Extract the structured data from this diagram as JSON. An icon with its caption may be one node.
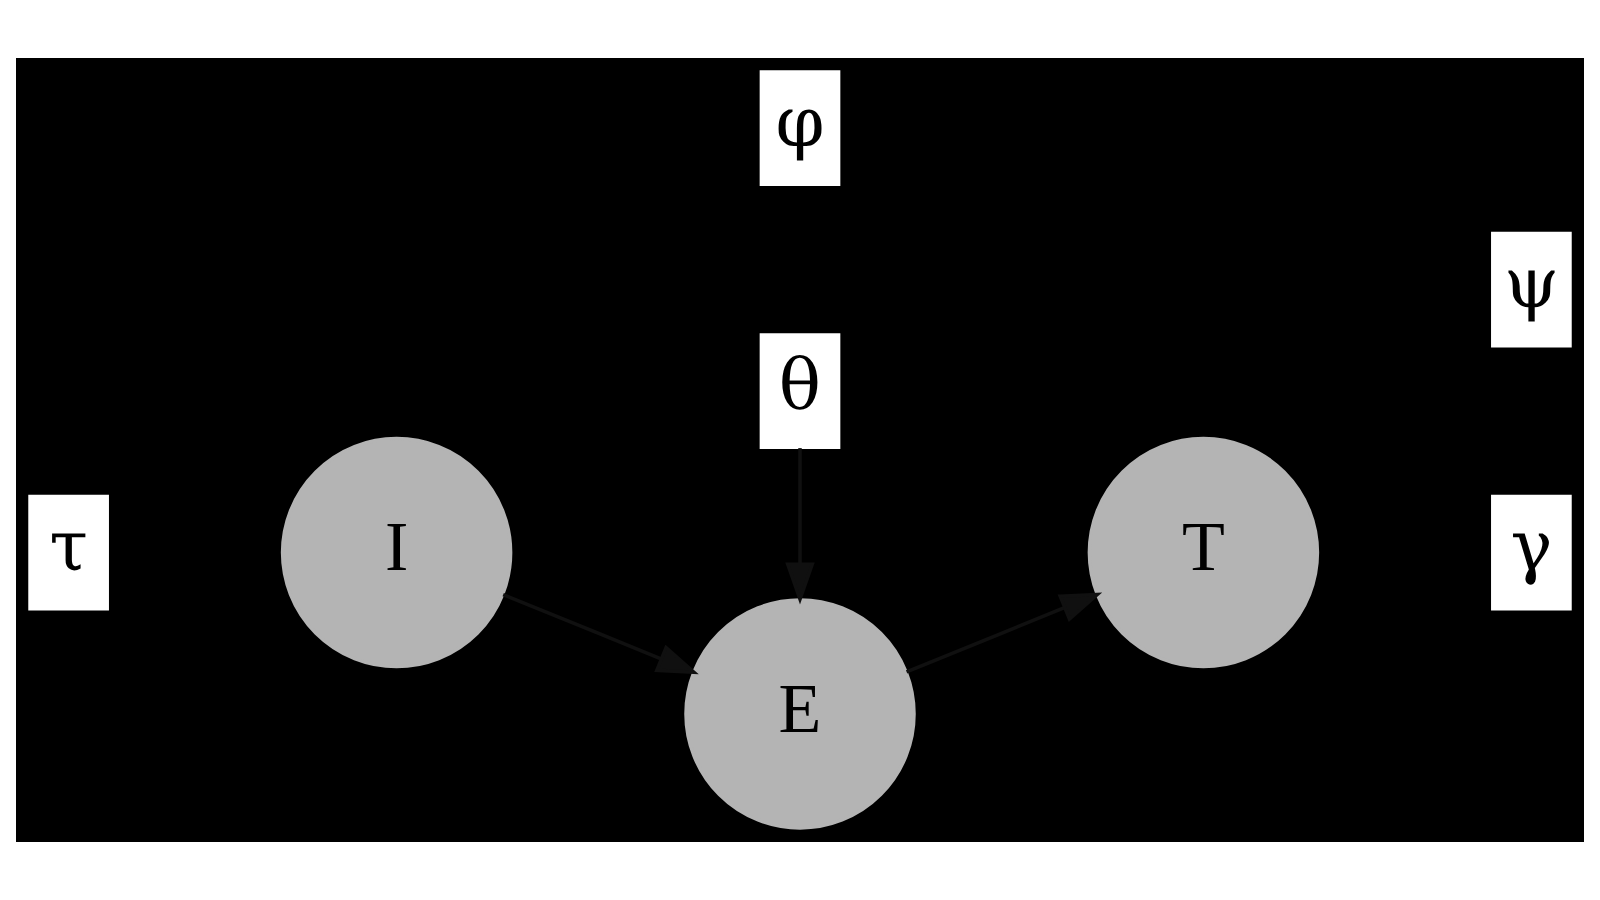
{
  "diagram": {
    "nodes": [
      {
        "text": [
          "θ"
        ]
      },
      {
        "text": [
          "γ"
        ]
      },
      {
        "text": [
          "τ"
        ]
      },
      {
        "text": [
          "I"
        ]
      },
      {
        "text": [
          "E"
        ]
      },
      {
        "text": [
          "T"
        ]
      },
      {
        "text": [
          "ψ"
        ]
      },
      {
        "text": [
          "φ"
        ]
      }
    ],
    "edges": [
      {
        "from": 0,
        "to": 4,
        "arrow": "to"
      },
      {
        "from": 3,
        "to": 4,
        "arrow": "to"
      },
      {
        "from": 4,
        "to": 5,
        "arrow": "to"
      }
    ]
  }
}
